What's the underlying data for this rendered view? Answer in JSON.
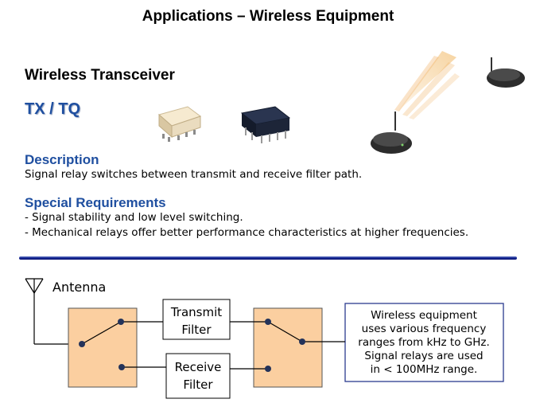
{
  "page": {
    "title": "Applications – Wireless Equipment",
    "subtitle": "Wireless Transceiver",
    "product": "TX / TQ"
  },
  "description": {
    "heading": "Description",
    "text": "Signal relay switches between transmit and receive filter path."
  },
  "requirements": {
    "heading": "Special  Requirements",
    "items": [
      "- Signal stability and low level switching.",
      "- Mechanical relays offer better performance characteristics at higher frequencies."
    ]
  },
  "diagram": {
    "antenna_label": "Antenna",
    "transmit_filter": [
      "Transmit",
      "Filter"
    ],
    "receive_filter": [
      "Receive",
      "Filter"
    ],
    "note_lines": [
      "Wireless equipment",
      "uses various frequency",
      "ranges from kHz to GHz.",
      "Signal relays are used",
      "in < 100MHz range."
    ]
  },
  "colors": {
    "heading_blue": "#1f4fa0",
    "relay_box_fill": "#fbcfa0",
    "note_border": "#2b3b8f",
    "divider": "#0f1f8a"
  }
}
